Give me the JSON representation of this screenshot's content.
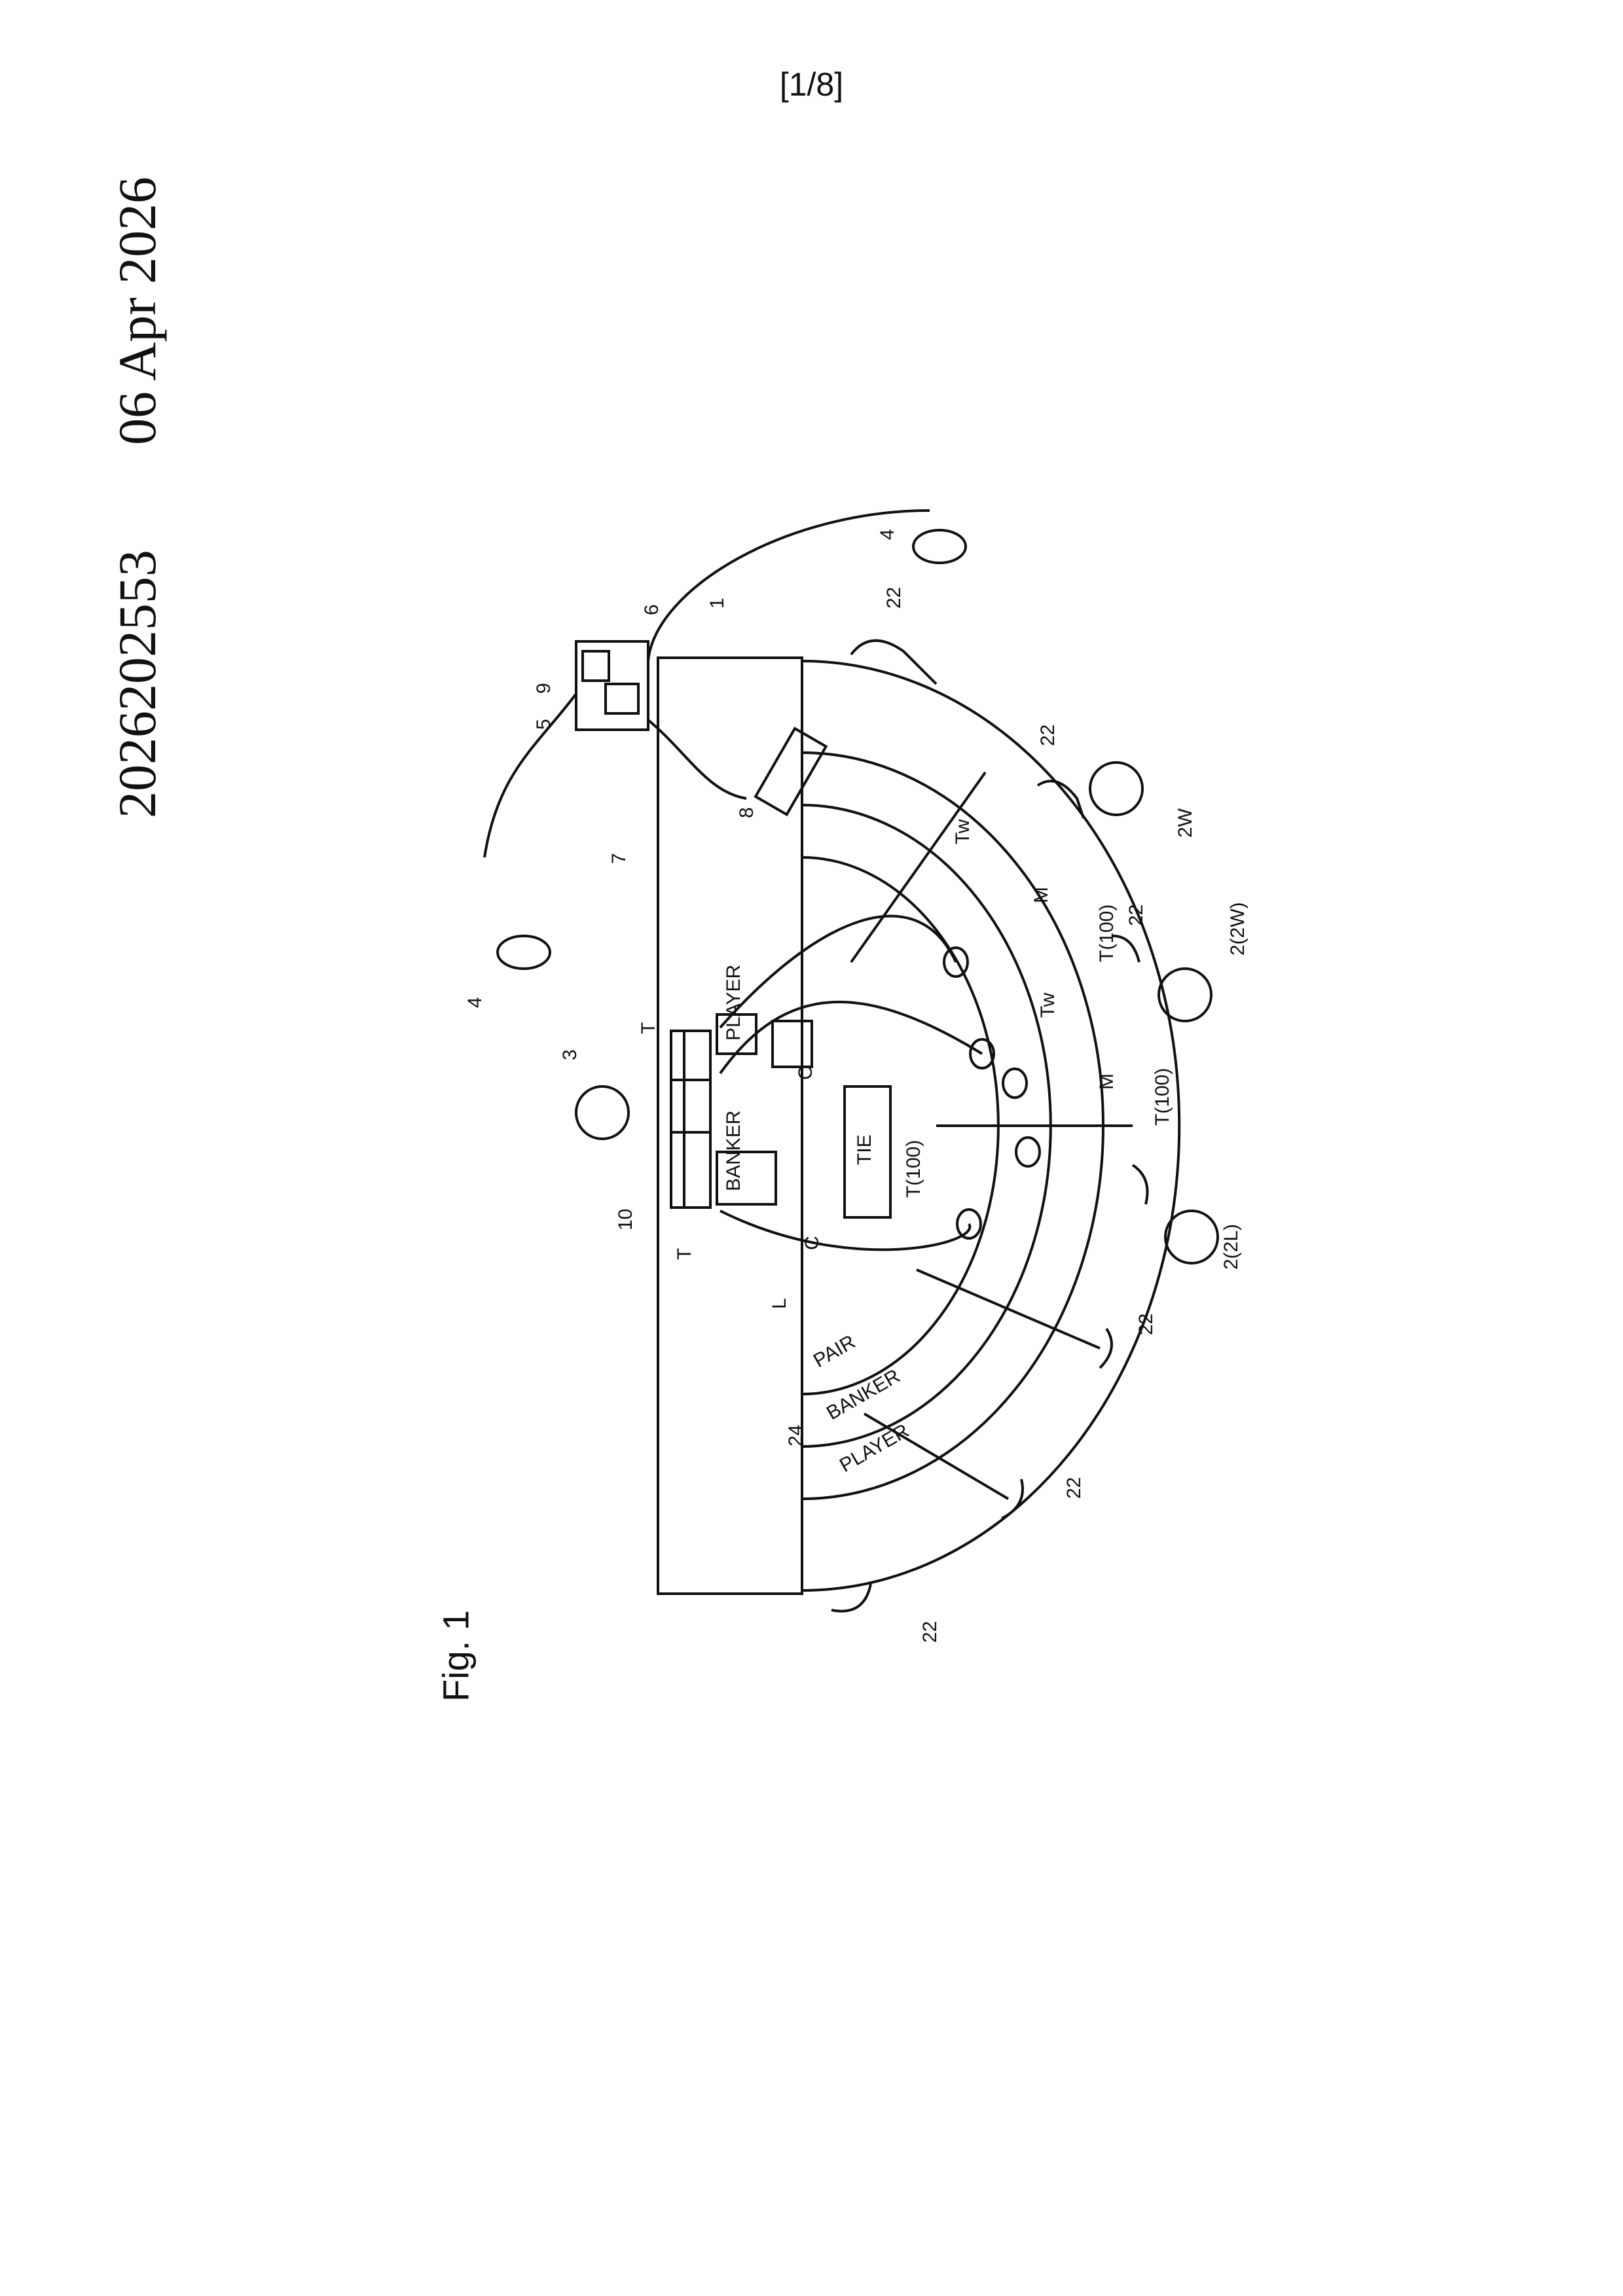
{
  "page": {
    "number": "[1/8]"
  },
  "header": {
    "doc_number": "2026202553",
    "date": "06 Apr 2026"
  },
  "figure": {
    "label": "Fig. 1",
    "refs": {
      "table": "1",
      "camera": "4",
      "dealer": "3",
      "control_5": "5",
      "control_6": "6",
      "unit_9": "9",
      "shoe": "7",
      "shoe_8": "8",
      "tray": "10",
      "chip_T": "T",
      "chip_T100": "T(100)",
      "chip_Tw": "Tw",
      "marker_M": "M",
      "card_C": "C",
      "loop_L": "L",
      "seat": "22",
      "area_24": "24",
      "player_2W": "2W",
      "player_2_2W": "2(2W)",
      "player_2_2L": "2(2L)"
    },
    "table_labels": {
      "banker": "BANKER",
      "player": "PLAYER",
      "tie": "TIE",
      "pair": "PAIR"
    }
  }
}
